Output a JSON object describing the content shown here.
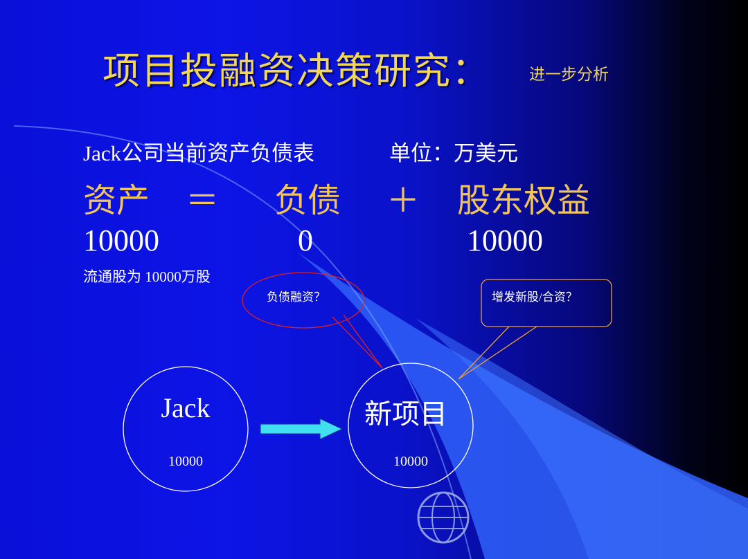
{
  "title": {
    "main": "项目投融资决策研究：",
    "sub": "进一步分析"
  },
  "balance_sheet": {
    "heading": "Jack公司当前资产负债表",
    "unit": "单位：万美元",
    "equation": {
      "assets_label": "资产",
      "equals_sign": "＝",
      "liabilities_label": "负债",
      "plus_sign": "＋",
      "equity_label": "股东权益"
    },
    "values": {
      "assets": "10000",
      "liabilities": "0",
      "equity": "10000"
    },
    "shares_note": "流通股为 10000万股"
  },
  "callouts": {
    "debt_financing": "负债融资？",
    "equity_financing": "增发新股/合资？"
  },
  "diagram": {
    "company": {
      "label": "Jack",
      "value": "10000"
    },
    "project": {
      "label": "新项目",
      "value": "10000"
    }
  },
  "colors": {
    "title": "#f0d65a",
    "equation": "#f0c45a",
    "arrow": "#40e0f0",
    "debt_callout_border": "#e02020",
    "equity_callout_border": "#f0a030"
  },
  "icons": {
    "logo": "uibe-globe-logo"
  }
}
